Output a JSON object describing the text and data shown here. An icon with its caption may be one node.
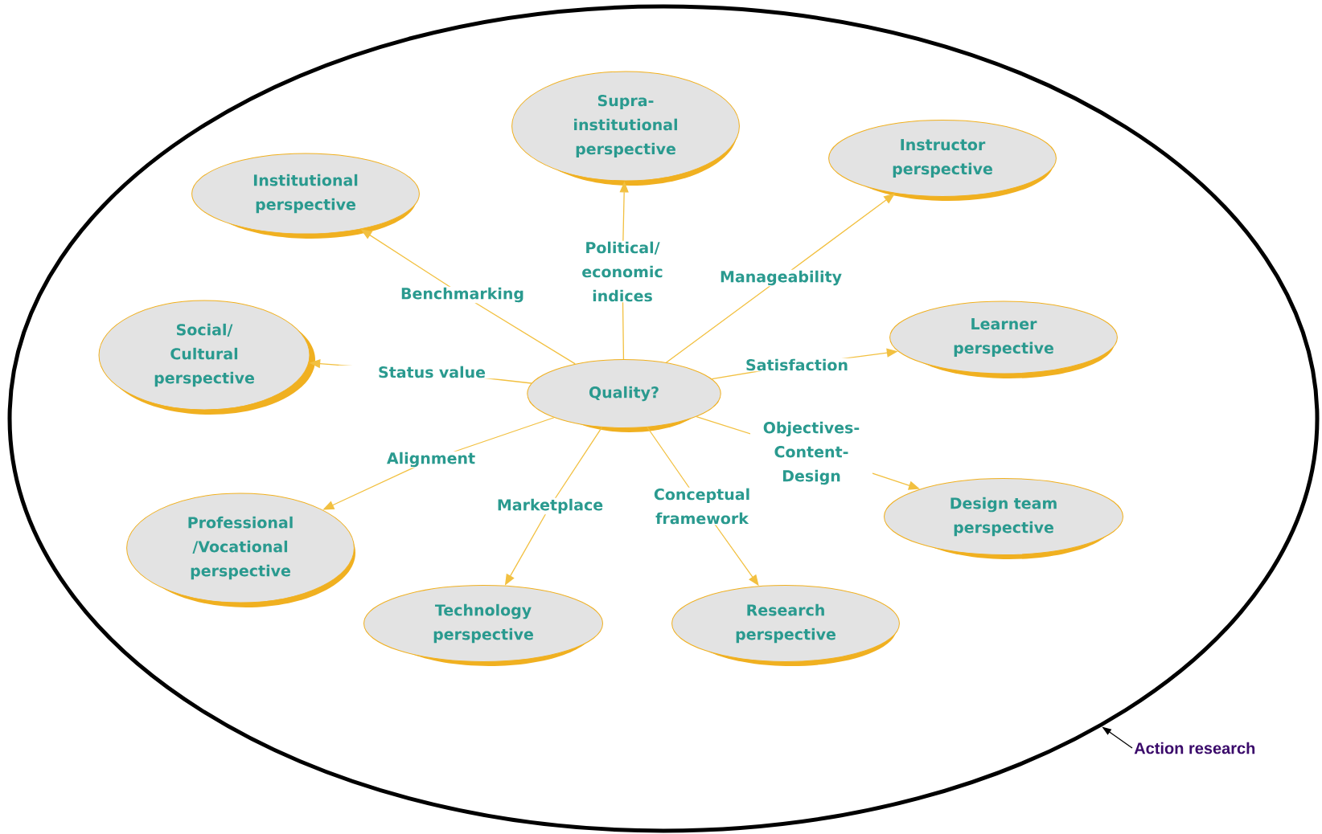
{
  "diagram": {
    "nodes": [
      {
        "text": [],
        "shape": "ellipse"
      },
      {
        "text": [
          "Quality?"
        ],
        "in": 0
      },
      {
        "text": [
          "Supra- institutional perspective"
        ],
        "in": 0
      },
      {
        "text": [
          "Institutional perspective"
        ],
        "in": 0
      },
      {
        "text": [
          "Instructor perspective"
        ],
        "in": 0
      },
      {
        "text": [
          "Social/ Cultural perspective"
        ],
        "in": 0
      },
      {
        "text": [
          "Learner perspective"
        ],
        "in": 0
      },
      {
        "text": [
          "Professional /Vocational perspective"
        ],
        "in": 0
      },
      {
        "text": [
          "Design team perspective"
        ],
        "in": 0
      },
      {
        "text": [
          "Technology perspective"
        ],
        "in": 0
      },
      {
        "text": [
          "Research perspective"
        ],
        "in": 0
      },
      {
        "text": [
          "Action research"
        ]
      }
    ],
    "edges": [
      {
        "from": 1,
        "to": 3,
        "arrow": "to",
        "label": "Benchmarking"
      },
      {
        "from": 1,
        "to": 2,
        "arrow": "to",
        "label": "Political/ economic indices"
      },
      {
        "from": 1,
        "to": 4,
        "arrow": "to",
        "label": "Manageability"
      },
      {
        "from": 1,
        "to": 5,
        "arrow": "to",
        "label": "Status value"
      },
      {
        "from": 1,
        "to": 6,
        "arrow": "to",
        "label": "Satisfaction"
      },
      {
        "from": 1,
        "to": 7,
        "arrow": "to",
        "label": "Alignment"
      },
      {
        "from": 1,
        "to": 8,
        "arrow": "to",
        "label": "Objectives- Content- Design"
      },
      {
        "from": 1,
        "to": 9,
        "arrow": "to",
        "label": "Marketplace"
      },
      {
        "from": 1,
        "to": 10,
        "arrow": "to",
        "label": "Conceptual framework"
      },
      {
        "from": 11,
        "to": 0,
        "arrow": "to",
        "color": "#000000"
      }
    ]
  }
}
